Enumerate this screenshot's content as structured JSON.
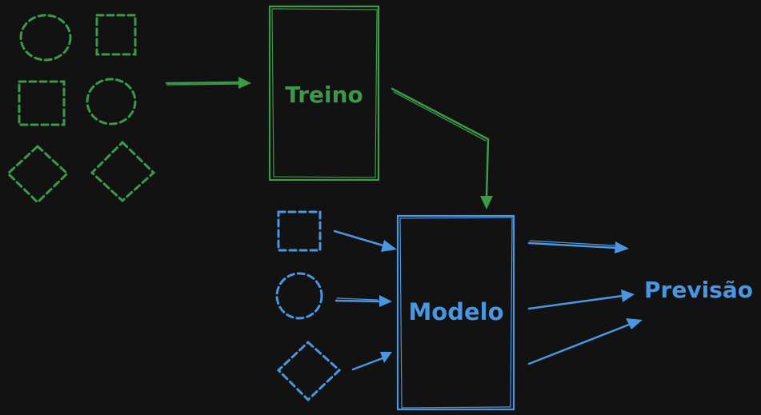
{
  "colors": {
    "background": "#121212",
    "training": "#3a9a48",
    "model": "#4a96e2"
  },
  "labels": {
    "train": "Treino",
    "model": "Modelo",
    "prediction": "Previsão"
  }
}
